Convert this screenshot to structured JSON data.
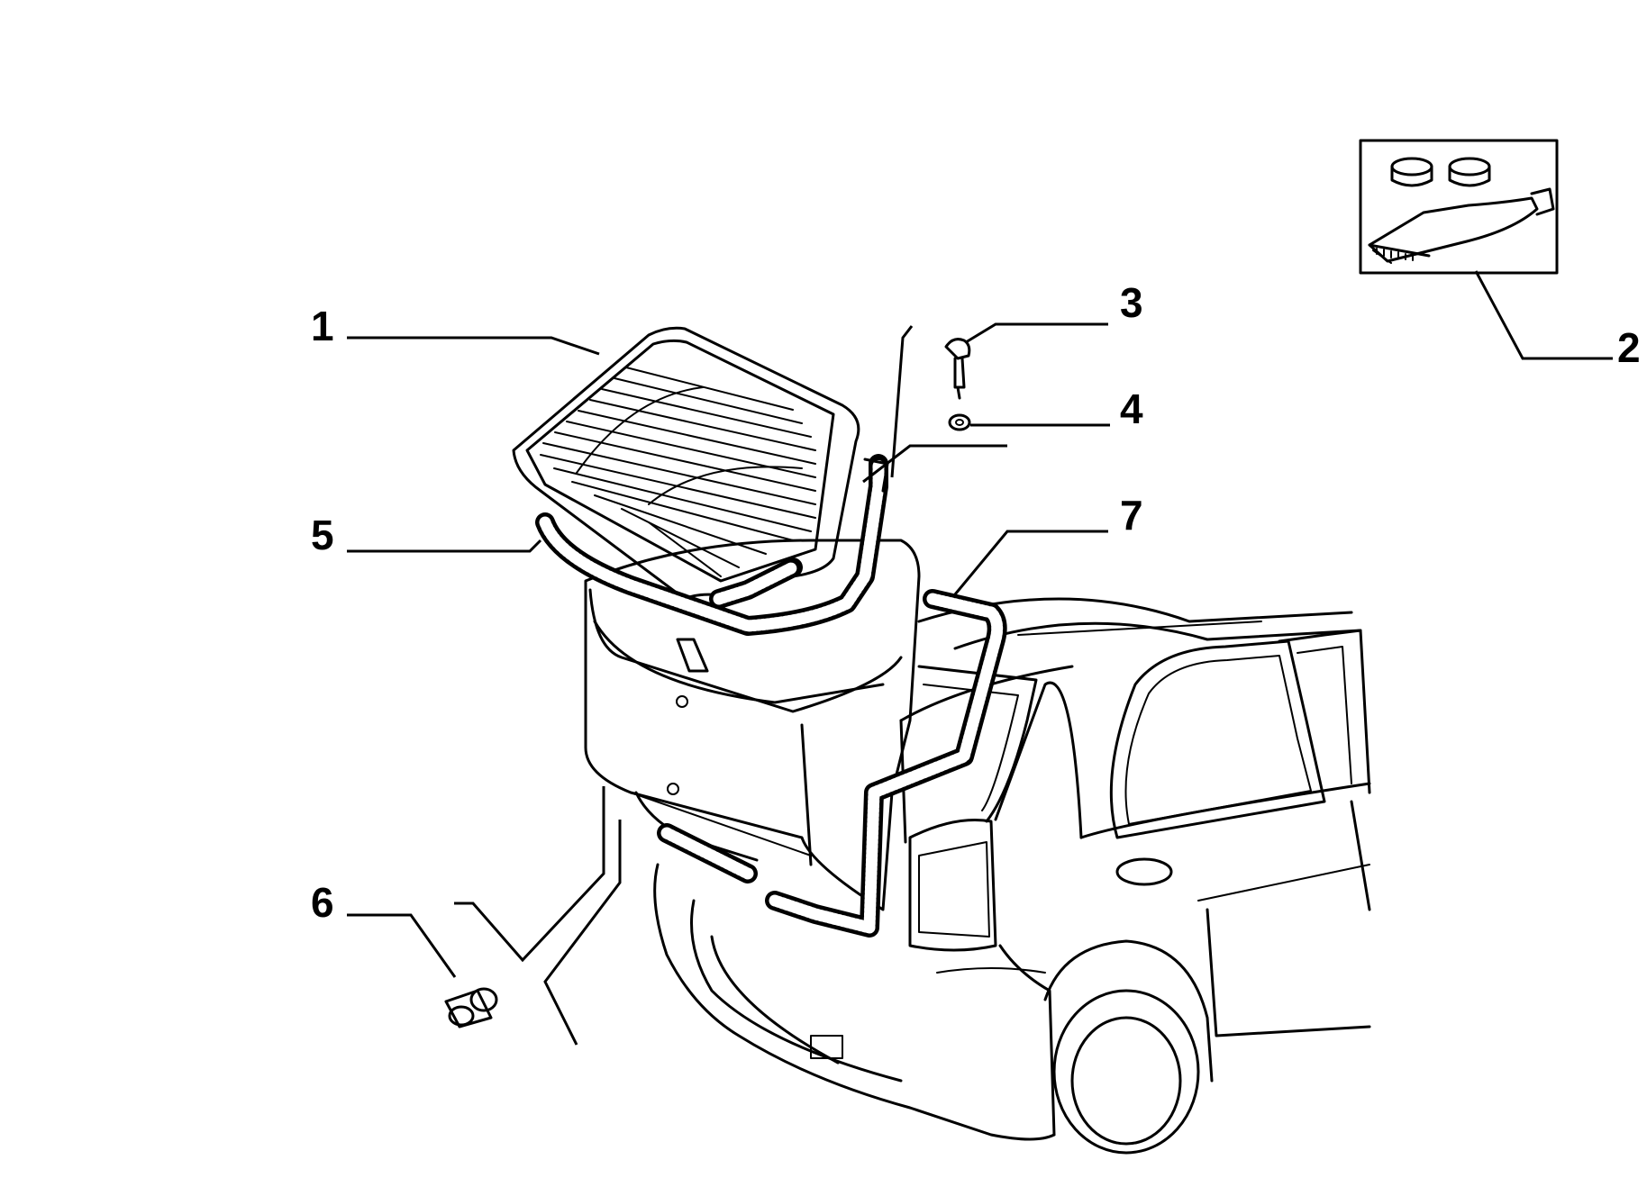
{
  "callouts": [
    {
      "id": "1",
      "label": "1",
      "part": "rear-window-glass"
    },
    {
      "id": "2",
      "label": "2",
      "part": "adhesive-kit"
    },
    {
      "id": "3",
      "label": "3",
      "part": "pin-fastener"
    },
    {
      "id": "4",
      "label": "4",
      "part": "grommet-nut"
    },
    {
      "id": "5",
      "label": "5",
      "part": "window-seal"
    },
    {
      "id": "6",
      "label": "6",
      "part": "bumper-stop"
    },
    {
      "id": "7",
      "label": "7",
      "part": "tailgate-opening-seal"
    }
  ],
  "colors": {
    "ink": "#000000",
    "paper": "#ffffff"
  }
}
